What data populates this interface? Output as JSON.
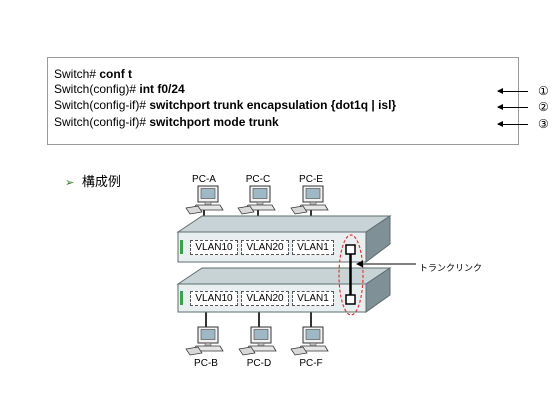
{
  "commands": [
    {
      "prompt": "Switch#",
      "command": "conf  t",
      "marker": ""
    },
    {
      "prompt": "Switch(config)#",
      "command": "int  f0/24",
      "marker": "①"
    },
    {
      "prompt": "Switch(config-if)#",
      "command": "switchport  trunk  encapsulation {dot1q | isl}",
      "marker": "②"
    },
    {
      "prompt": "Switch(config-if)#",
      "command": "switchport  mode  trunk",
      "marker": "③"
    }
  ],
  "section": {
    "bullet": "➢",
    "title": "構成例"
  },
  "pcs_top": [
    "PC-A",
    "PC-C",
    "PC-E"
  ],
  "pcs_bottom": [
    "PC-B",
    "PC-D",
    "PC-F"
  ],
  "vlans": [
    "VLAN10",
    "VLAN20",
    "VLAN1"
  ],
  "trunk_label": "トランクリンク",
  "colors": {
    "switch_face": "#e9eef0",
    "switch_top": "#c8d3d6",
    "switch_dark": "#7f9196",
    "trunk_ellipse": "#e03a2f",
    "port_led": "#3aa14a"
  },
  "icons": {
    "pc": "desktop-computer-icon",
    "switch": "network-switch-icon"
  }
}
